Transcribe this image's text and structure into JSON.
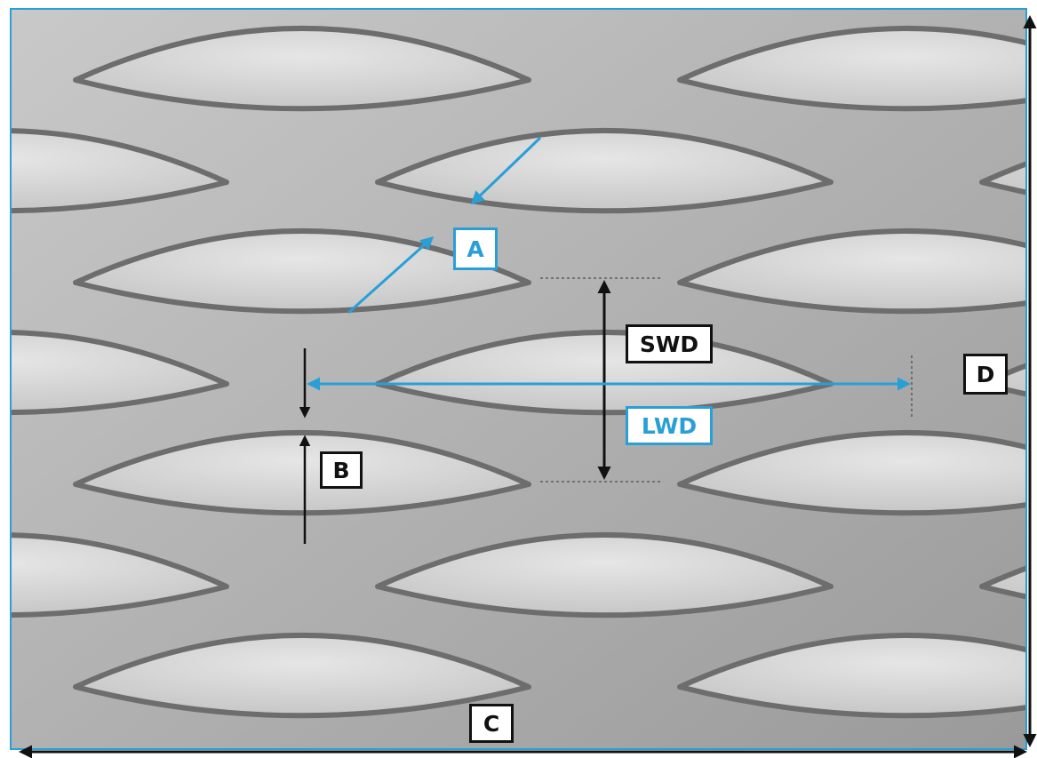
{
  "labels": {
    "a": "A",
    "b": "B",
    "c": "C",
    "d": "D",
    "swd": "SWD",
    "lwd": "LWD"
  },
  "colors": {
    "accent": "#2a9fd6",
    "ink": "#111111",
    "metal_light": "#e9e9e9",
    "metal_dark": "#5a5a5a",
    "opening": "#d3d3d3"
  }
}
